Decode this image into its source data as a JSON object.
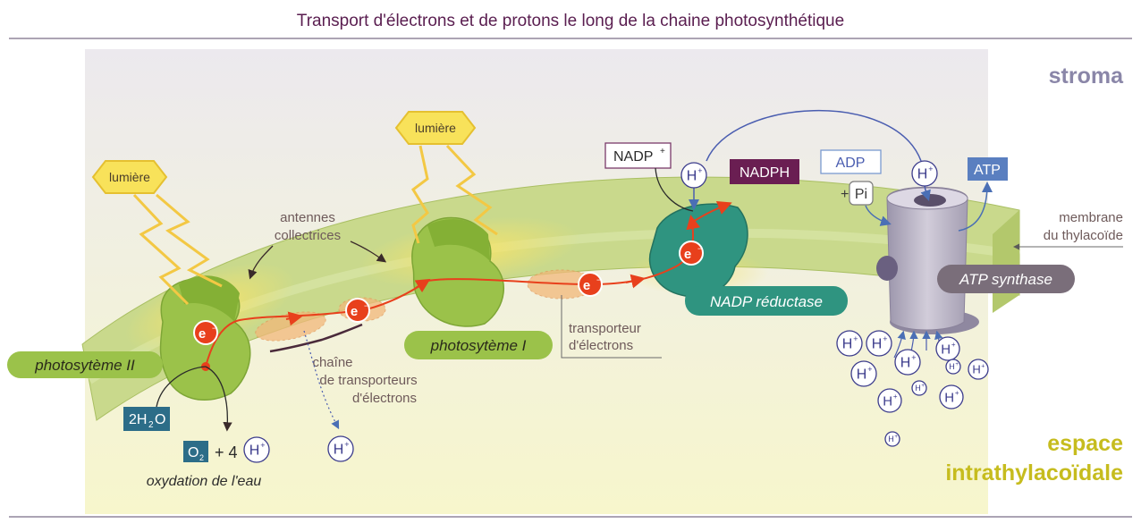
{
  "title": "Transport d'électrons et de protons le long de la chaine photosynthétique",
  "zones": {
    "stroma": "stroma",
    "lumen_line1": "espace",
    "lumen_line2": "intrathylacoïdale"
  },
  "light": {
    "left": "lumière",
    "right": "lumière"
  },
  "labels": {
    "antennes": [
      "antennes",
      "collectrices"
    ],
    "chaine": [
      "chaîne",
      "de transporteurs",
      "d'électrons"
    ],
    "transporteur": [
      "transporteur",
      "d'électrons"
    ],
    "membrane": [
      "membrane",
      "du thylacoïde"
    ],
    "ps2": "photosytème II",
    "ps1": "photosytème I",
    "nadp_reductase": "NADP réductase",
    "atp_synthase": "ATP synthase",
    "oxydation": "oxydation de l'eau"
  },
  "molecules": {
    "nadp": "NADP",
    "nadp_sup": "+",
    "nadph": "NADPH",
    "adp": "ADP",
    "plus": "+",
    "pi": "Pi",
    "atp": "ATP",
    "water_a": "2H",
    "water_sub": "2",
    "water_b": "O",
    "o2_a": "O",
    "o2_sub": "2",
    "plus4": "+ 4"
  },
  "particles": {
    "electron": "e",
    "electron_sup": "−",
    "proton": "H",
    "proton_sup": "+"
  },
  "colors": {
    "membrane": "#c9d98c",
    "photosystem": "#9bc24a",
    "nadp_reductase": "#2f9480",
    "atp_synthase": "#b8b2c3",
    "electron": "#e8401c",
    "proton": "#3c3c8c",
    "stroma": "#e9e7ea",
    "lumen": "#f5f4c6"
  }
}
